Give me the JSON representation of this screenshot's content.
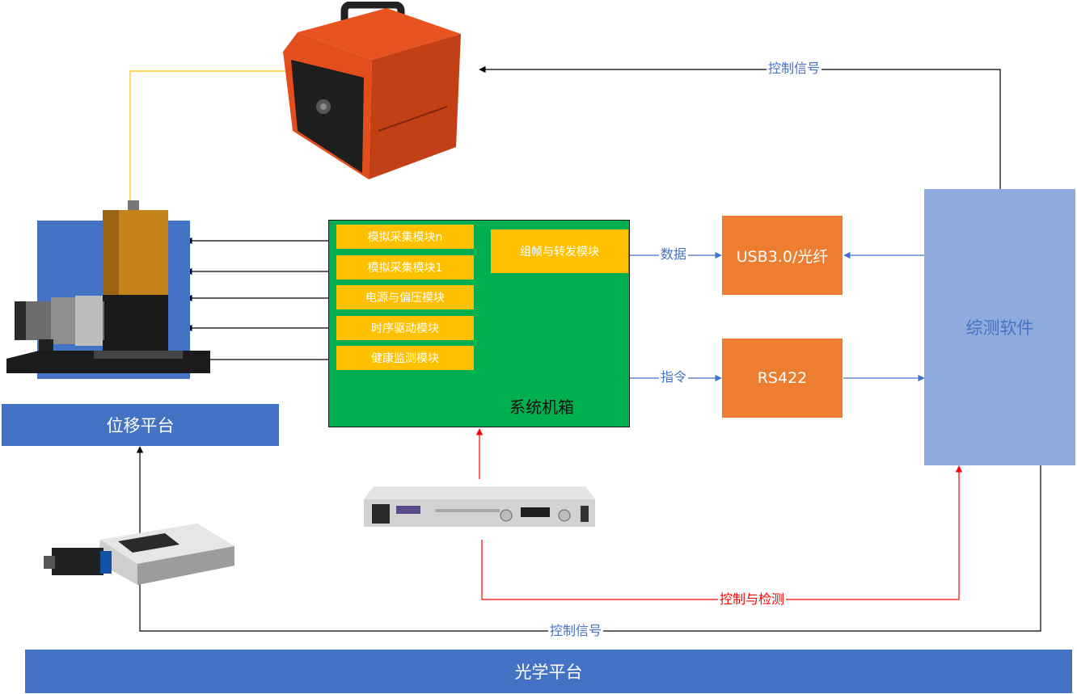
{
  "system_chassis": {
    "title": "系统机箱",
    "modules": [
      "模拟采集模块n",
      "模拟采集模块1",
      "电源与偏压模块",
      "时序驱动模块",
      "健康监测模块"
    ],
    "framing_module": "组帧与转发模块"
  },
  "interfaces": {
    "usb": "USB3.0/光纤",
    "rs422": "RS422"
  },
  "software": {
    "label": "综测软件"
  },
  "platforms": {
    "displacement": "位移平台",
    "optical": "光学平台"
  },
  "links": {
    "data": "数据",
    "command": "指令",
    "control_signal_top": "控制信号",
    "control_and_detect": "控制与检测",
    "control_signal_bottom": "控制信号"
  },
  "colors": {
    "chassis": "#00b050",
    "module": "#ffc000",
    "interface": "#ed7d31",
    "software": "#8faadc",
    "platform": "#4472c4",
    "link_blue": "#4472c4",
    "link_red": "#ff0000",
    "link_yellow": "#ffc000",
    "link_black": "#000000"
  },
  "devices": [
    "light-source-icon",
    "camera-on-mount-icon",
    "power-supply-icon",
    "linear-stage-icon"
  ]
}
